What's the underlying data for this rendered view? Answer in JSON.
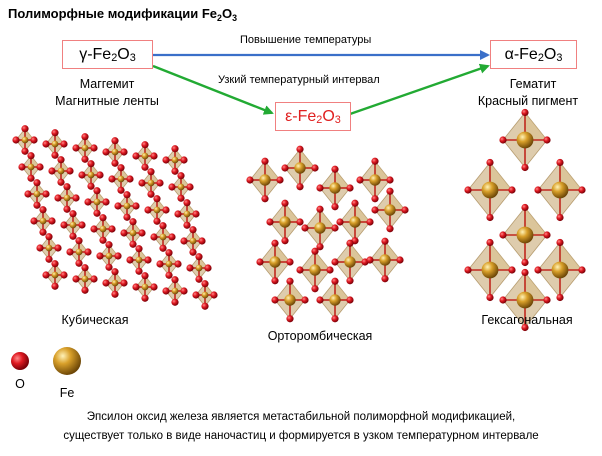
{
  "title": {
    "main": "Полиморфные модификации Fe",
    "sub1": "2",
    "mid": "O",
    "sub2": "3"
  },
  "phases": {
    "gamma": {
      "prefix": "γ-Fe",
      "s1": "2",
      "mid": "O",
      "s2": "3",
      "name1": "Маггемит",
      "name2": "Магнитные ленты",
      "structure": "Кубическая"
    },
    "epsilon": {
      "prefix": "ε-Fe",
      "s1": "2",
      "mid": "O",
      "s2": "3",
      "structure": "Орторомбическая"
    },
    "alpha": {
      "prefix": "α-Fe",
      "s1": "2",
      "mid": "O",
      "s2": "3",
      "name1": "Гематит",
      "name2": "Красный пигмент",
      "structure": "Гексагональная"
    }
  },
  "arrows": {
    "top": "Повышение температуры",
    "middle": "Узкий температурный интервал"
  },
  "legend": {
    "o": "O",
    "fe": "Fe"
  },
  "caption": {
    "line1": "Эпсилон оксид железа является метастабильной полиморфной модификацией,",
    "line2": "существует только в виде наночастиц и формируется в узком температурном интервале"
  },
  "colors": {
    "box_border": "#f08080",
    "arrow_blue": "#3a6fc9",
    "arrow_green": "#22aa33",
    "oxygen": "#d4131f",
    "iron": "#c48a1a",
    "polyhedron": "#b58d4a",
    "epsilon_text": "#e02020"
  }
}
